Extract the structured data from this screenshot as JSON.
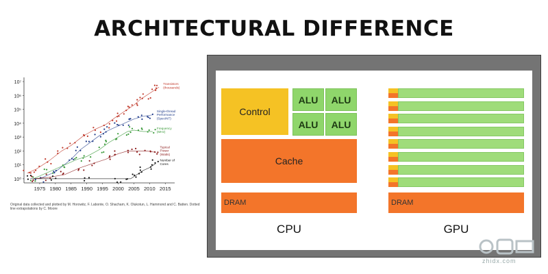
{
  "title": "ARCHITECTURAL DIFFERENCE",
  "chart_data": {
    "type": "scatter",
    "title": "",
    "x_ticks": [
      "1975",
      "1980",
      "1985",
      "1990",
      "1995",
      "2000",
      "2005",
      "2010",
      "2015"
    ],
    "x_tick_values": [
      1975,
      1980,
      1985,
      1990,
      1995,
      2000,
      2005,
      2010,
      2015
    ],
    "y_ticks": [
      "10⁰",
      "10¹",
      "10²",
      "10³",
      "10⁴",
      "10⁵",
      "10⁶",
      "10⁷"
    ],
    "y_scale": "log",
    "xlim": [
      1970,
      2018
    ],
    "ylim_exp": [
      -0.3,
      7.3
    ],
    "series": [
      {
        "name": "Transistors (thousands)",
        "color": "#c0392b",
        "points": [
          [
            1971,
            0.4
          ],
          [
            1974,
            0.7
          ],
          [
            1978,
            1.3
          ],
          [
            1982,
            2.0
          ],
          [
            1985,
            2.4
          ],
          [
            1989,
            3.1
          ],
          [
            1993,
            3.6
          ],
          [
            1996,
            3.9
          ],
          [
            1999,
            4.4
          ],
          [
            2001,
            4.7
          ],
          [
            2003,
            5.0
          ],
          [
            2005,
            5.3
          ],
          [
            2007,
            5.7
          ],
          [
            2009,
            6.0
          ],
          [
            2011,
            6.3
          ],
          [
            2013,
            6.6
          ]
        ]
      },
      {
        "name": "Single-thread Performance (SpecINT)",
        "color": "#1f3b8a",
        "points": [
          [
            1975,
            0.0
          ],
          [
            1980,
            0.5
          ],
          [
            1985,
            1.4
          ],
          [
            1988,
            2.1
          ],
          [
            1991,
            2.6
          ],
          [
            1994,
            3.1
          ],
          [
            1997,
            3.5
          ],
          [
            2000,
            3.8
          ],
          [
            2003,
            4.1
          ],
          [
            2005,
            4.3
          ],
          [
            2008,
            4.5
          ],
          [
            2011,
            4.6
          ]
        ]
      },
      {
        "name": "Frequency (MHz)",
        "color": "#3a9a3a",
        "points": [
          [
            1973,
            0.0
          ],
          [
            1978,
            0.5
          ],
          [
            1983,
            1.0
          ],
          [
            1987,
            1.4
          ],
          [
            1990,
            1.6
          ],
          [
            1994,
            2.1
          ],
          [
            1997,
            2.6
          ],
          [
            2000,
            3.0
          ],
          [
            2003,
            3.4
          ],
          [
            2005,
            3.5
          ],
          [
            2008,
            3.4
          ],
          [
            2011,
            3.4
          ]
        ]
      },
      {
        "name": "Typical Power (Watts)",
        "color": "#8b1a1a",
        "points": [
          [
            1973,
            0.0
          ],
          [
            1978,
            0.1
          ],
          [
            1983,
            0.3
          ],
          [
            1988,
            0.8
          ],
          [
            1992,
            1.1
          ],
          [
            1996,
            1.4
          ],
          [
            2000,
            1.8
          ],
          [
            2003,
            2.0
          ],
          [
            2006,
            2.0
          ],
          [
            2009,
            2.0
          ],
          [
            2012,
            1.9
          ]
        ]
      },
      {
        "name": "Number of Cores",
        "color": "#111111",
        "points": [
          [
            1972,
            0.0
          ],
          [
            1980,
            0.0
          ],
          [
            1990,
            0.0
          ],
          [
            2000,
            0.0
          ],
          [
            2004,
            0.0
          ],
          [
            2006,
            0.3
          ],
          [
            2008,
            0.6
          ],
          [
            2010,
            0.8
          ],
          [
            2012,
            1.1
          ]
        ]
      }
    ],
    "caption": "Original data collected and plotted by M. Horowitz, F. Labonte, O. Shacham, K. Olukotun, L. Hammond and C. Batten. Dotted line extrapolations by C. Moore"
  },
  "cpu": {
    "control": "Control",
    "alu": [
      "ALU",
      "ALU",
      "ALU",
      "ALU"
    ],
    "cache": "Cache",
    "dram": "DRAM",
    "label": "CPU"
  },
  "gpu": {
    "dram": "DRAM",
    "label": "GPU",
    "rows": 8
  },
  "watermark": "zhidx.com"
}
